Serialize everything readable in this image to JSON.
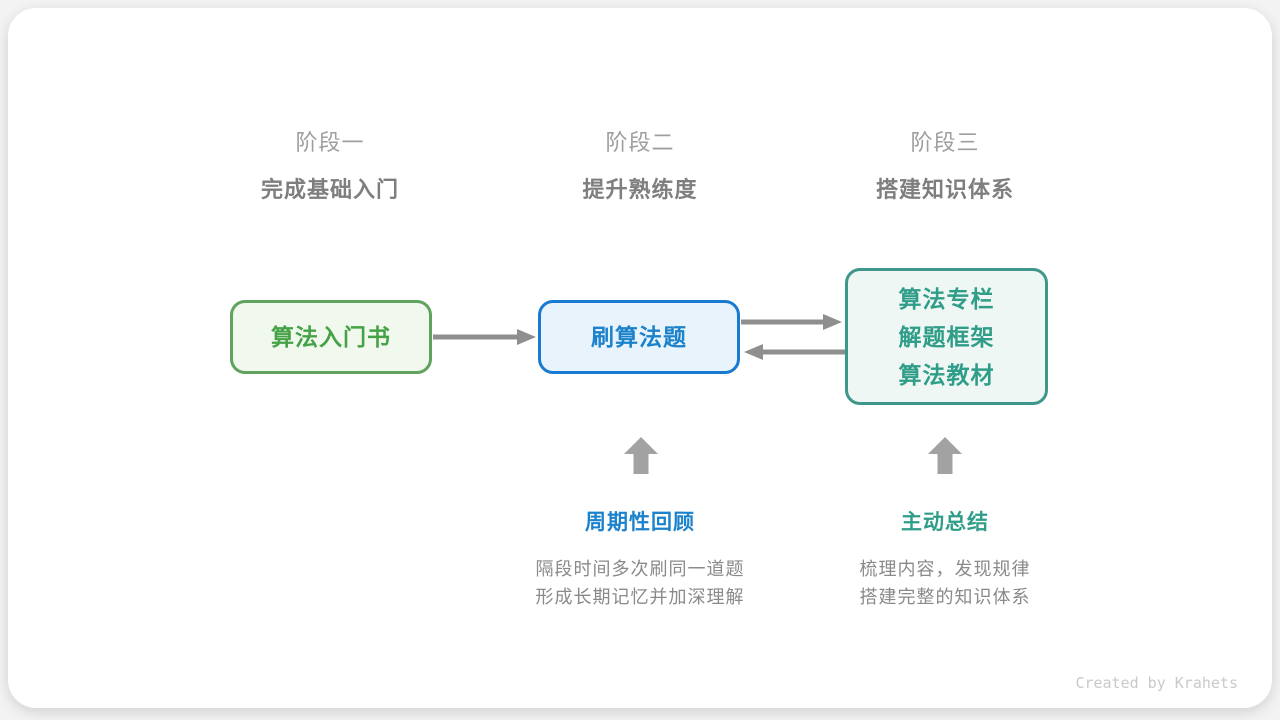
{
  "stages": [
    {
      "label": "阶段一",
      "title": "完成基础入门"
    },
    {
      "label": "阶段二",
      "title": "提升熟练度"
    },
    {
      "label": "阶段三",
      "title": "搭建知识体系"
    }
  ],
  "nodes": [
    {
      "id": "algorithm-intro-book",
      "lines": [
        "算法入门书"
      ],
      "color": "green"
    },
    {
      "id": "practice-problems",
      "lines": [
        "刷算法题"
      ],
      "color": "blue"
    },
    {
      "id": "knowledge-resources",
      "lines": [
        "算法专栏",
        "解题框架",
        "算法教材"
      ],
      "color": "teal"
    }
  ],
  "annotations": [
    {
      "title": "周期性回顾",
      "color": "blue",
      "desc_lines": [
        "隔段时间多次刷同一道题",
        "形成长期记忆并加深理解"
      ]
    },
    {
      "title": "主动总结",
      "color": "teal",
      "desc_lines": [
        "梳理内容，发现规律",
        "搭建完整的知识体系"
      ]
    }
  ],
  "footer": {
    "credit": "Created by Krahets"
  },
  "colors": {
    "green_border": "#5fa35e",
    "green_text": "#45a247",
    "green_bg": "#f1f8ee",
    "blue_border": "#187bd1",
    "blue_text": "#1b82cb",
    "blue_bg": "#e9f3fb",
    "teal_border": "#3f968b",
    "teal_text": "#2f9d88",
    "teal_bg": "#eef7f3",
    "arrow_gray": "#8f8f8f",
    "block_arrow_gray": "#a2a2a2",
    "stage_label_gray": "#9e9e9e",
    "stage_title_gray": "#7e7e7e",
    "desc_gray": "#8a8a8a",
    "credit_gray": "#c9c9c9",
    "card_bg": "#ffffff",
    "page_bg": "#f3f3f3"
  }
}
